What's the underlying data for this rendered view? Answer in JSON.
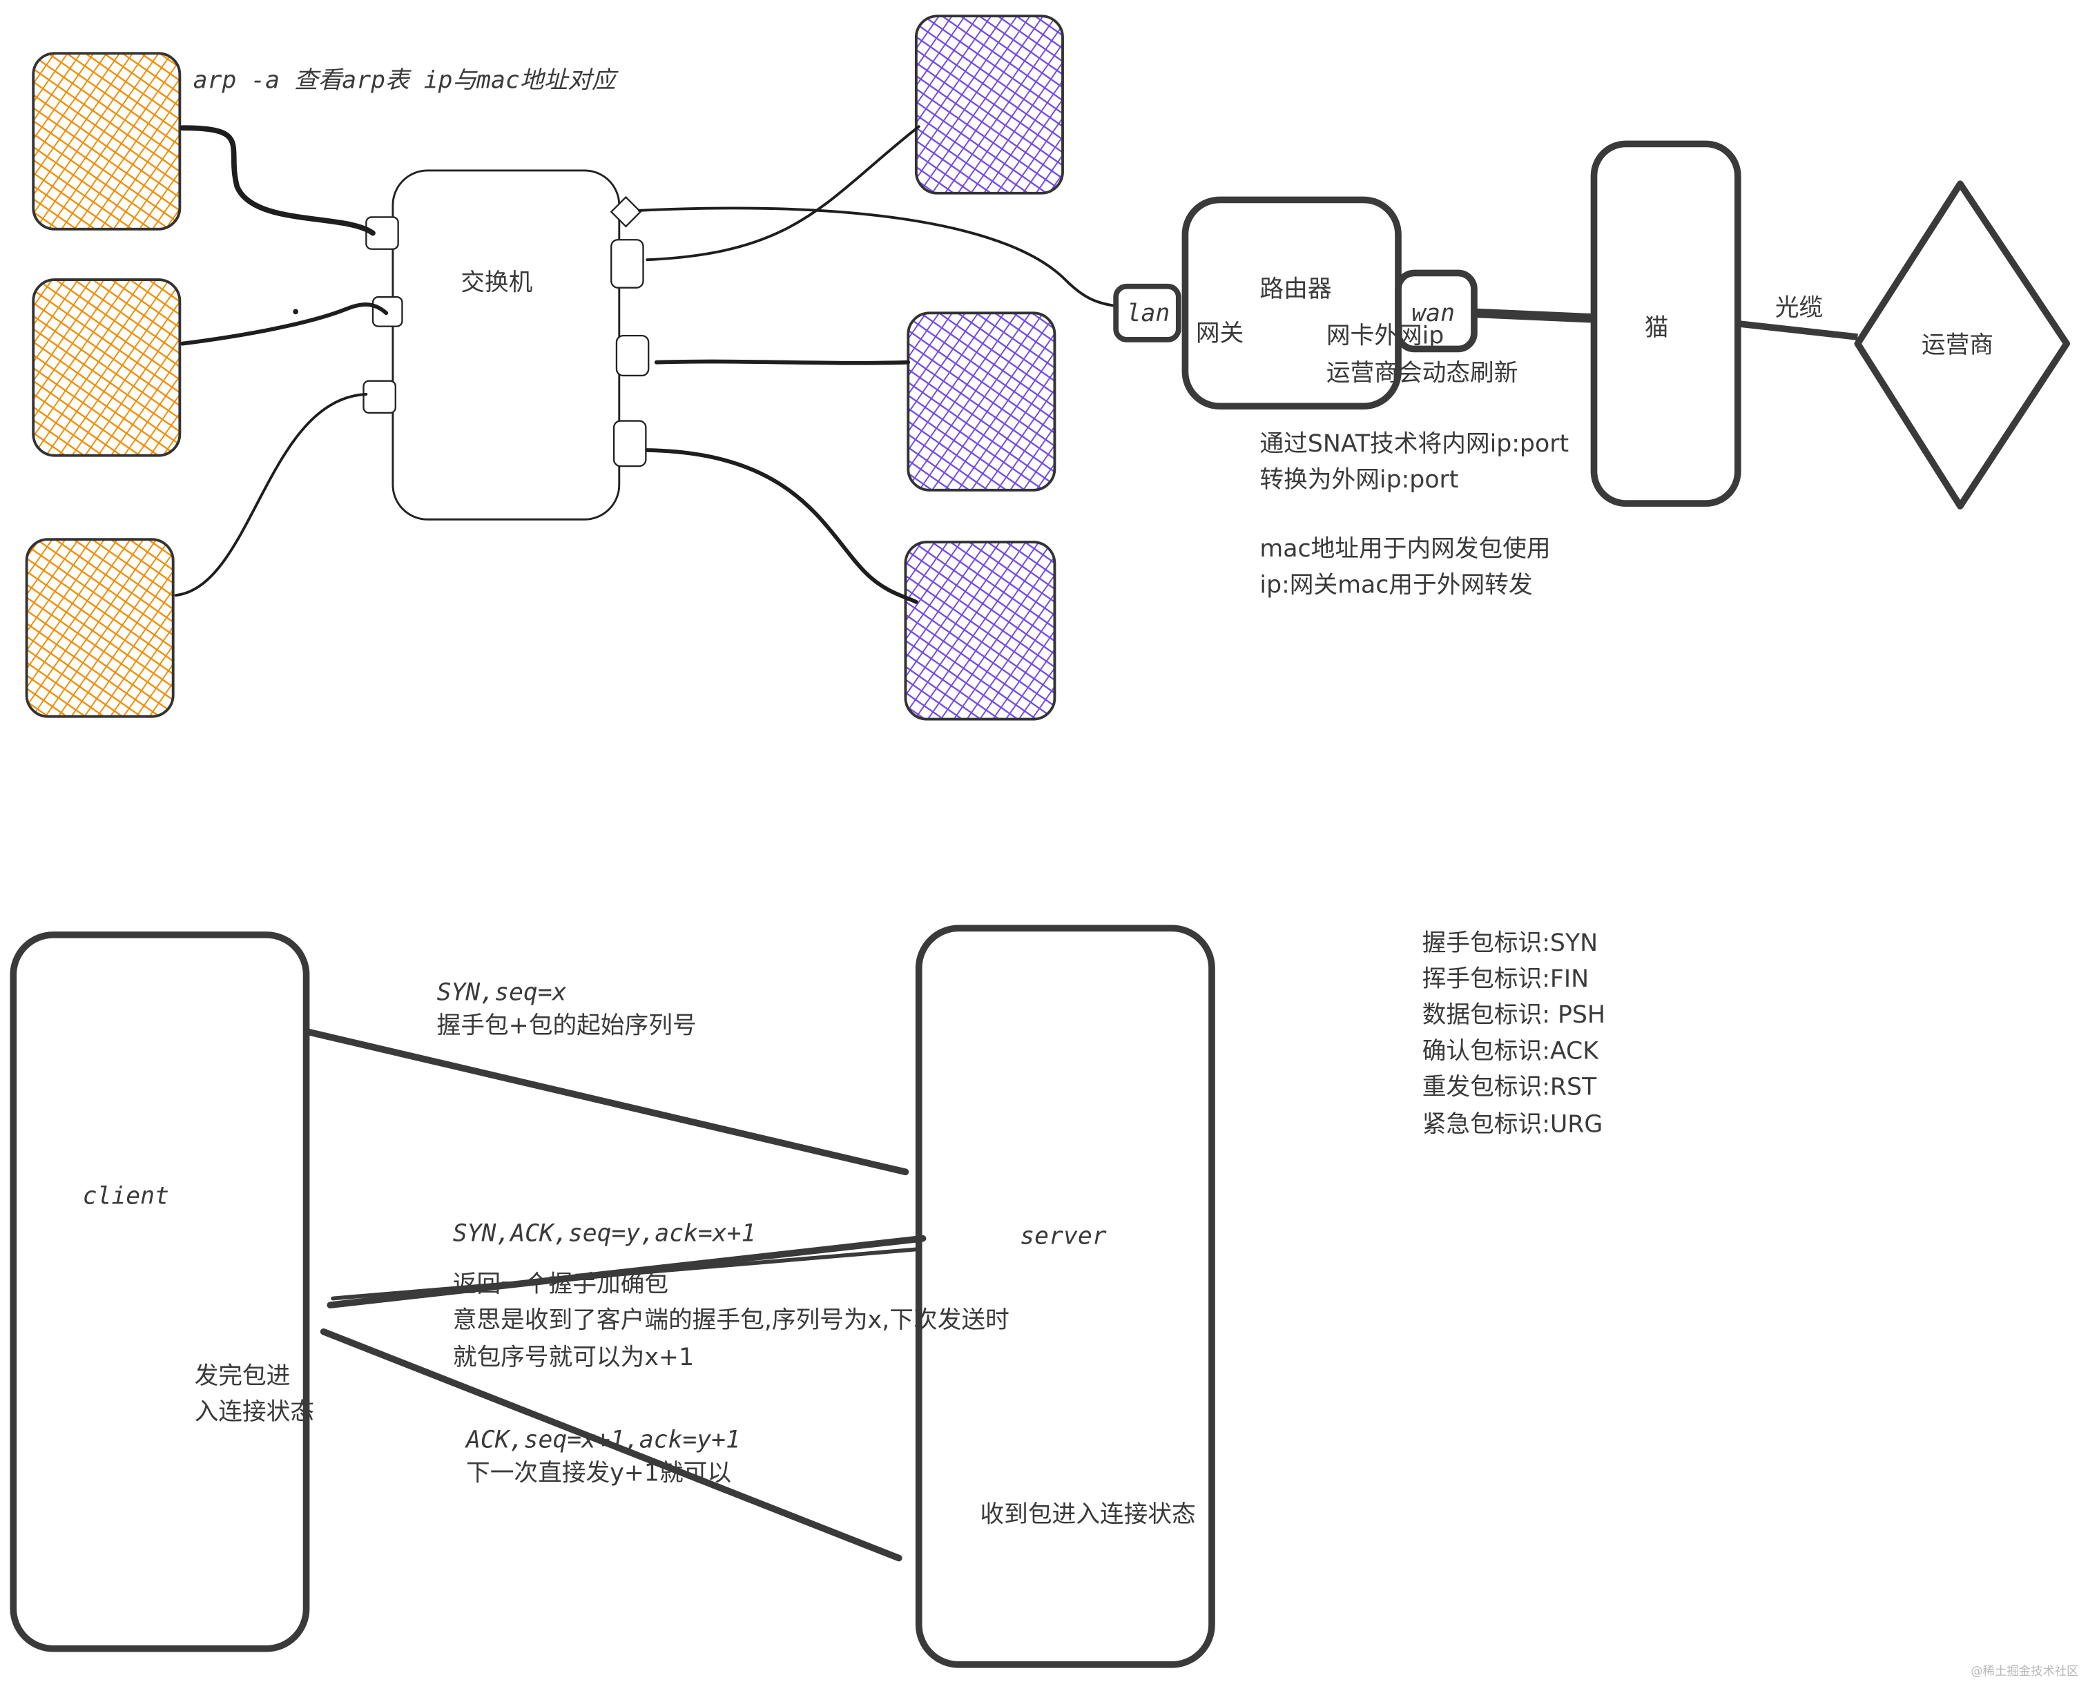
{
  "colors": {
    "ink": "#3a3a3a",
    "orange": "#f08c00",
    "purple": "#7048e8",
    "background": "#ffffff"
  },
  "network": {
    "arp_note": "arp -a 查看arp表 ip与mac地址对应",
    "switch_label": "交换机",
    "router_label": "路由器",
    "lan_label": "lan",
    "gateway_label": "网关",
    "wan_label": "wan",
    "wan_ip_note": [
      "网卡外网ip",
      "运营商会动态刷新"
    ],
    "modem_label": "猫",
    "fiber_label": "光缆",
    "isp_label": "运营商",
    "snat_note": [
      "通过SNAT技术将内网ip:port",
      "转换为外网ip:port"
    ],
    "mac_note": [
      "mac地址用于内网发包使用",
      "ip:网关mac用于外网转发"
    ]
  },
  "handshake": {
    "client_label": "client",
    "server_label": "server",
    "step1": [
      "SYN,seq=x",
      "握手包+包的起始序列号"
    ],
    "step2": [
      "SYN,ACK,seq=y,ack=x+1",
      "返回一个握手加确包",
      "意思是收到了客户端的握手包,序列号为x,下次发送时",
      "就包序号就可以为x+1"
    ],
    "step3": [
      "ACK,seq=x+1,ack=y+1",
      "下一次直接发y+1就可以"
    ],
    "client_state": [
      "发完包进",
      "入连接状态"
    ],
    "server_state": "收到包进入连接状态"
  },
  "flags": [
    "握手包标识:SYN",
    "挥手包标识:FIN",
    "数据包标识: PSH",
    "确认包标识:ACK",
    "重发包标识:RST",
    "紧急包标识:URG"
  ],
  "watermark": "@稀土掘金技术社区"
}
